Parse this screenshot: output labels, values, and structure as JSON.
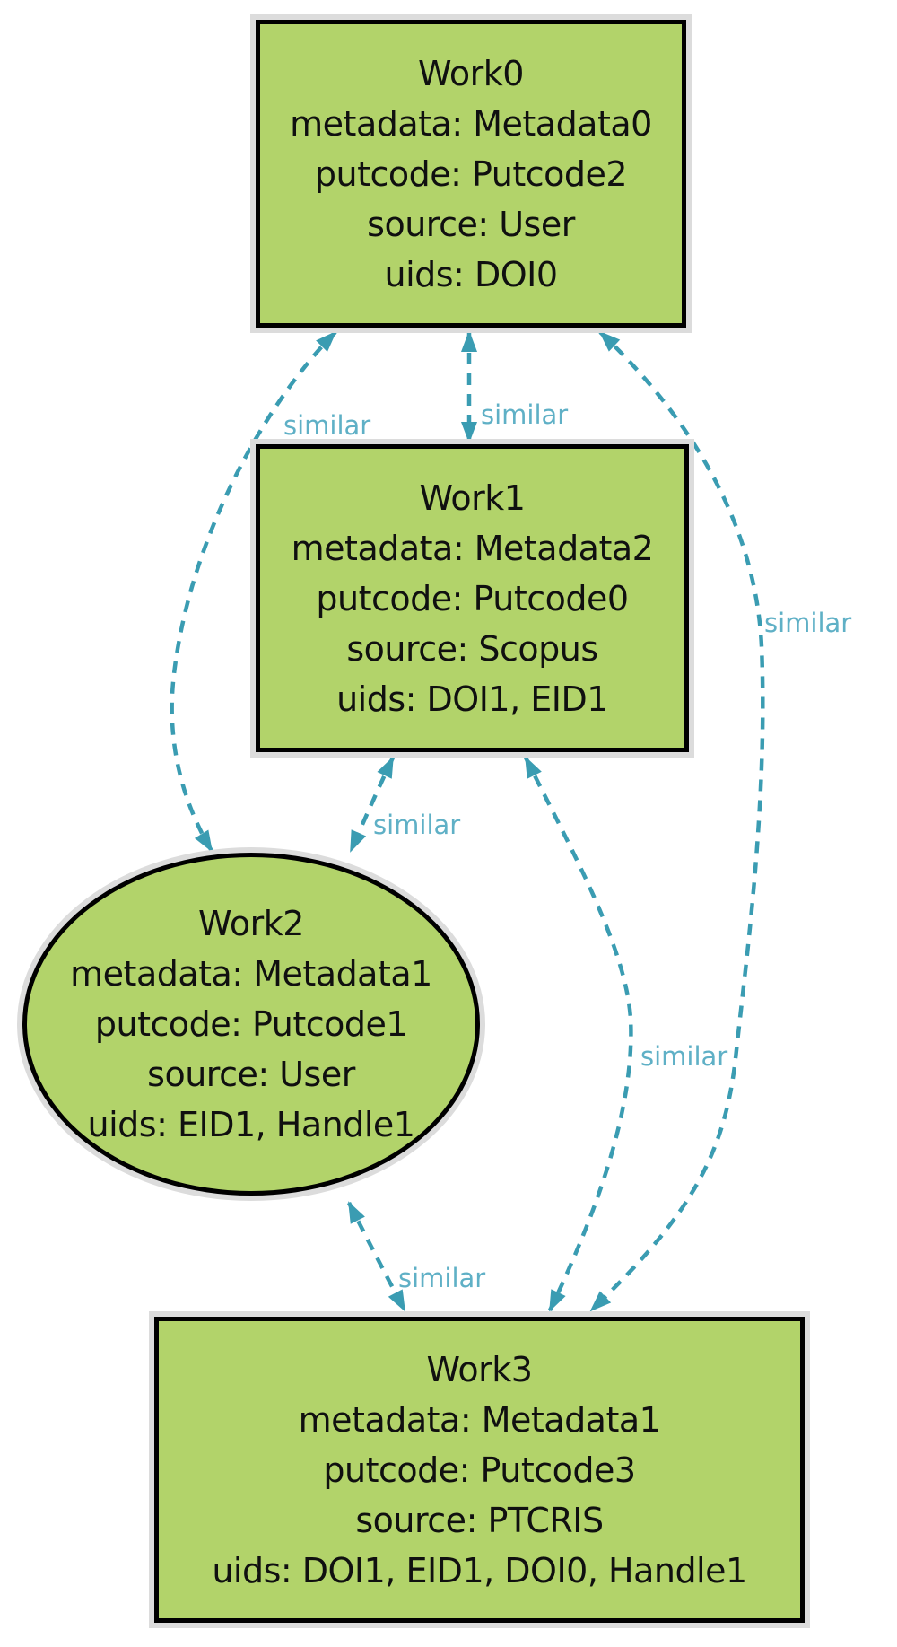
{
  "theme": {
    "background": "#ffffff",
    "node_fill": "#b2d36a",
    "node_border": "#000000",
    "node_text": "#101010",
    "halo": "#dcdcdc",
    "edge_color": "#3a9cb2",
    "edge_label_color": "#5fb0c6"
  },
  "nodes": [
    {
      "id": "Work0",
      "shape": "box",
      "title": "Work0",
      "lines": [
        "metadata: Metadata0",
        "putcode: Putcode2",
        "source: User",
        "uids: DOI0"
      ]
    },
    {
      "id": "Work1",
      "shape": "box",
      "title": "Work1",
      "lines": [
        "metadata: Metadata2",
        "putcode: Putcode0",
        "source: Scopus",
        "uids: DOI1, EID1"
      ]
    },
    {
      "id": "Work2",
      "shape": "ellipse",
      "title": "Work2",
      "lines": [
        "metadata: Metadata1",
        "putcode: Putcode1",
        "source: User",
        "uids: EID1, Handle1"
      ]
    },
    {
      "id": "Work3",
      "shape": "box",
      "title": "Work3",
      "lines": [
        "metadata: Metadata1",
        "putcode: Putcode3",
        "source: PTCRIS",
        "uids: DOI1, EID1, DOI0, Handle1"
      ]
    }
  ],
  "edges": [
    {
      "from": "Work0",
      "to": "Work1",
      "label": "similar",
      "style": "dashed-bidirectional"
    },
    {
      "from": "Work0",
      "to": "Work2",
      "label": "similar",
      "style": "dashed-bidirectional"
    },
    {
      "from": "Work1",
      "to": "Work2",
      "label": "similar",
      "style": "dashed-bidirectional"
    },
    {
      "from": "Work0",
      "to": "Work3",
      "label": "similar",
      "style": "dashed-bidirectional"
    },
    {
      "from": "Work1",
      "to": "Work3",
      "label": "similar",
      "style": "dashed-bidirectional"
    },
    {
      "from": "Work2",
      "to": "Work3",
      "label": "similar",
      "style": "dashed-bidirectional"
    }
  ]
}
